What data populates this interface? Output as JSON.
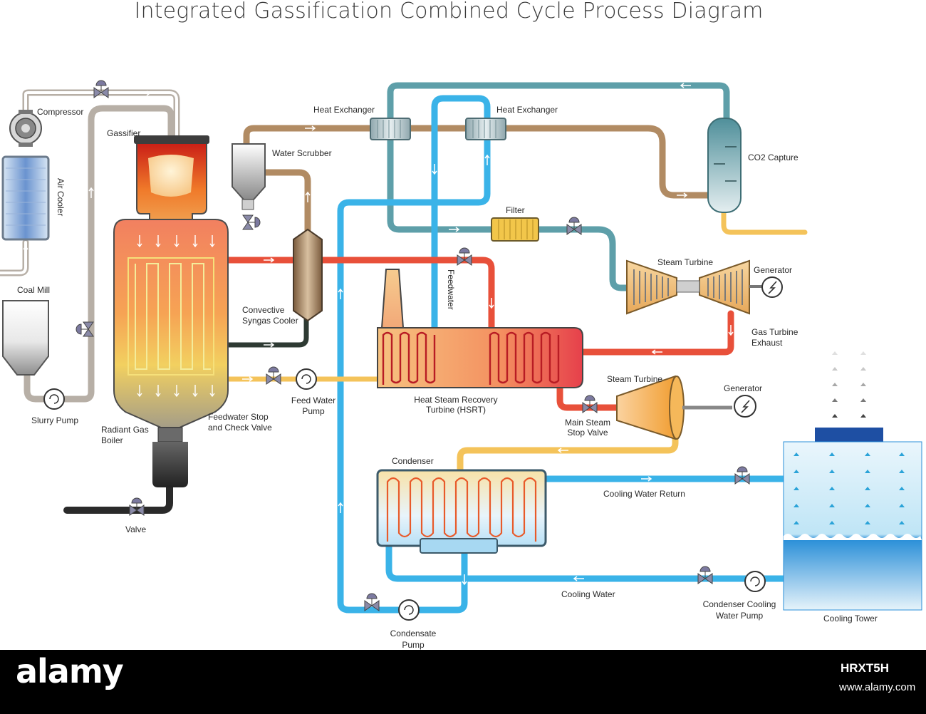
{
  "title": "Integrated Gassification Combined Cycle Process Diagram",
  "labels": {
    "compressor": "Compressor",
    "gassifier": "Gassifier",
    "air_cooler": "Air Cooler",
    "coal_mill": "Coal Mill",
    "slurry_pump": "Slurry Pump",
    "radiant_gas_boiler_1": "Radiant Gas",
    "radiant_gas_boiler_2": "Boiler",
    "valve": "Valve",
    "water_scrubber": "Water Scrubber",
    "heat_exchanger_left": "Heat Exchanger",
    "heat_exchanger_right": "Heat Exchanger",
    "co2_capture": "CO2 Capture",
    "filter": "Filter",
    "steam_turbine_top": "Steam Turbine",
    "generator_top": "Generator",
    "feedwater": "Feedwater",
    "convective_1": "Convective",
    "convective_2": "Syngas Cooler",
    "gas_turbine_exhaust_1": "Gas Turbine",
    "gas_turbine_exhaust_2": "Exhaust",
    "steam_turbine_bottom": "Steam Turbine",
    "generator_bottom": "Generator",
    "feedwater_stop_1": "Feedwater Stop",
    "feedwater_stop_2": "and Check Valve",
    "feed_water_pump_1": "Feed Water",
    "feed_water_pump_2": "Pump",
    "hsrt_1": "Heat Steam Recovery",
    "hsrt_2": "Turbine (HSRT)",
    "main_steam_1": "Main Steam",
    "main_steam_2": "Stop Valve",
    "condenser": "Condenser",
    "cooling_water_return": "Cooling Water Return",
    "cooling_water": "Cooling Water",
    "condenser_cooling_pump_1": "Condenser Cooling",
    "condenser_cooling_pump_2": "Water Pump",
    "cooling_tower": "Cooling Tower",
    "condensate_pump_1": "Condensate",
    "condensate_pump_2": "Pump"
  },
  "footer": {
    "brand": "alamy",
    "image_id": "HRXT5H",
    "site": "www.alamy.com"
  },
  "colors": {
    "blue_pipe": "#3ab3e8",
    "teal_pipe": "#5e9fa9",
    "red_pipe": "#e8503a",
    "tan_pipe": "#b18b63",
    "yellow_pipe": "#f4c35a",
    "gray_pipe": "#b7afa6",
    "dark_pipe": "#2e3a33",
    "valve_purple": "#7c7aa0"
  }
}
